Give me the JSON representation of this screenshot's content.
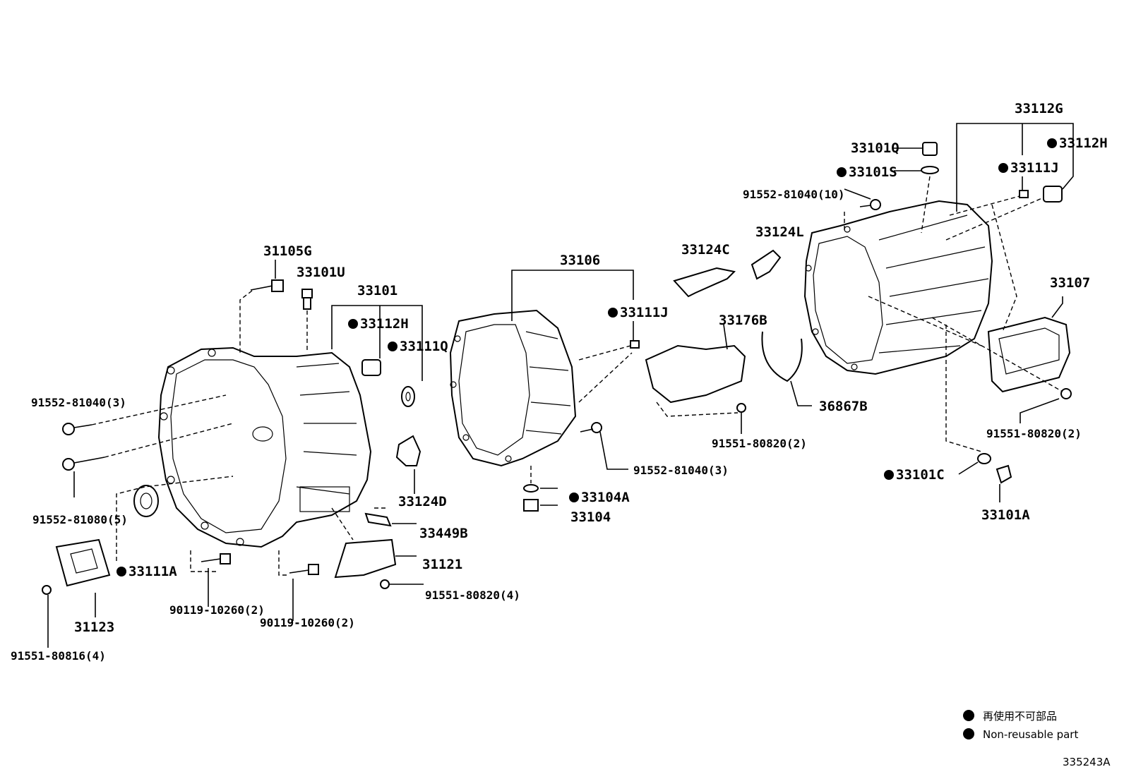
{
  "diagram_code": "335243A",
  "legend": {
    "non_reusable_jp": "再使用不可部品",
    "non_reusable_en": "Non-reusable part"
  },
  "parts": {
    "p31105G": "31105G",
    "p33101U": "33101U",
    "p33101": "33101",
    "p33112H_a": "33112H",
    "p33111Q": "33111Q",
    "p91552_81040_3a": "91552-81040(3)",
    "p91552_81080_5": "91552-81080(5)",
    "p33111A": "33111A",
    "p31123": "31123",
    "p91551_80816_4": "91551-80816(4)",
    "p90119_10260_2a": "90119-10260(2)",
    "p90119_10260_2b": "90119-10260(2)",
    "p33124D": "33124D",
    "p33449B": "33449B",
    "p31121": "31121",
    "p91551_80820_4": "91551-80820(4)",
    "p33106": "33106",
    "p33111J_a": "33111J",
    "p33104A": "33104A",
    "p33104": "33104",
    "p91552_81040_3b": "91552-81040(3)",
    "p33124C": "33124C",
    "p33124L": "33124L",
    "p33176B": "33176B",
    "p36867B": "36867B",
    "p91551_80820_2a": "91551-80820(2)",
    "p33112G": "33112G",
    "p33101Q": "33101Q",
    "p33101S": "33101S",
    "p91552_81040_10": "91552-81040(10)",
    "p33111J_b": "33111J",
    "p33112H_b": "33112H",
    "p33107": "33107",
    "p91551_80820_2b": "91551-80820(2)",
    "p33101C": "33101C",
    "p33101A": "33101A"
  }
}
